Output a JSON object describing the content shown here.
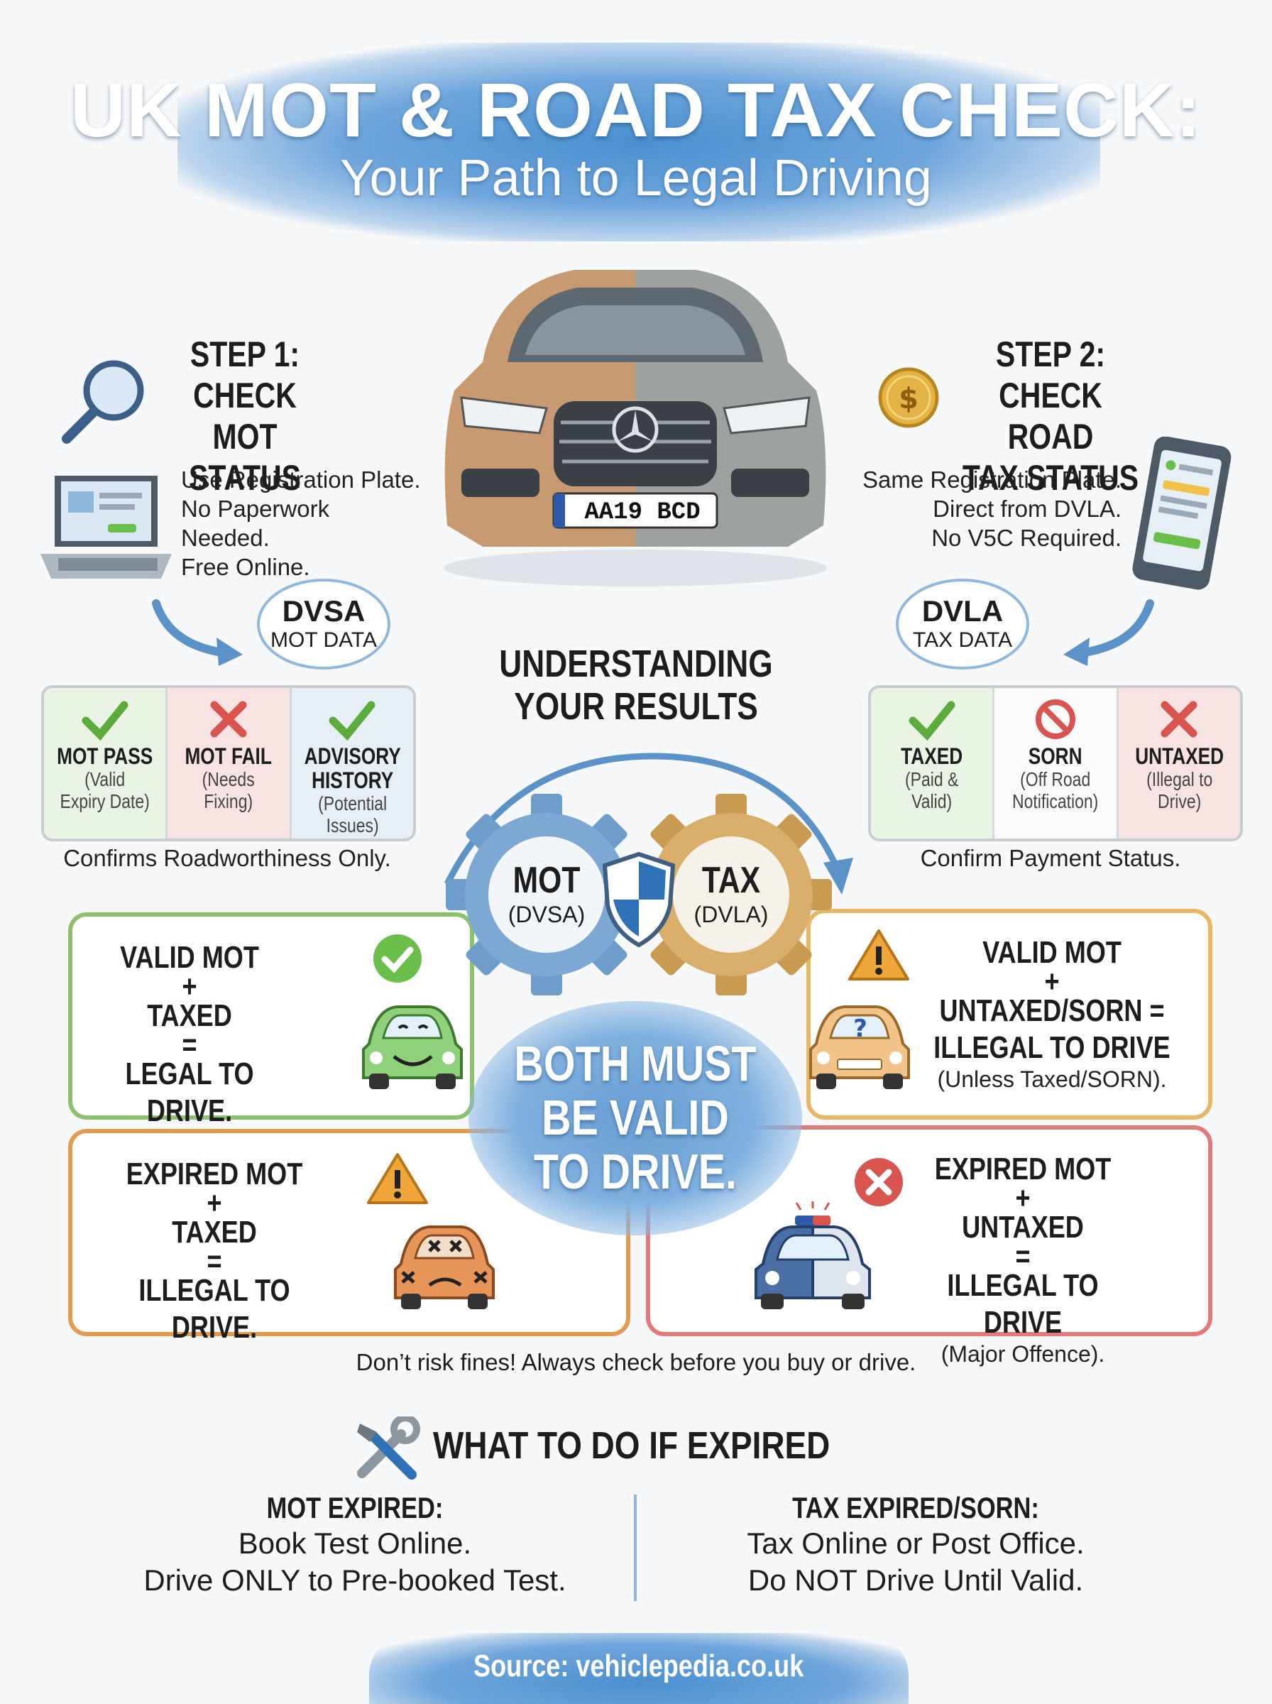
{
  "header": {
    "title": "UK MOT & ROAD TAX CHECK:",
    "subtitle": "Your Path to Legal Driving"
  },
  "car_plate": "AA19 BCD",
  "step1": {
    "title_lines": [
      "STEP 1:",
      "CHECK MOT",
      "STATUS"
    ],
    "bullets": [
      "Use Registration Plate.",
      "No Paperwork Needed.",
      "Free Online."
    ],
    "bubble_title": "DVSA",
    "bubble_sub": "MOT DATA",
    "results": [
      {
        "title_lines": [
          "MOT PASS"
        ],
        "sub_lines": [
          "(Valid",
          "Expiry Date)"
        ],
        "icon": "check-icon"
      },
      {
        "title_lines": [
          "MOT FAIL"
        ],
        "sub_lines": [
          "(Needs",
          "Fixing)"
        ],
        "icon": "cross-icon"
      },
      {
        "title_lines": [
          "ADVISORY",
          "HISTORY"
        ],
        "sub_lines": [
          "(Potential",
          "Issues)"
        ],
        "icon": "check-icon"
      }
    ],
    "caption": "Confirms Roadworthiness Only."
  },
  "step2": {
    "title_lines": [
      "STEP 2:",
      "CHECK ROAD",
      "TAX STATUS"
    ],
    "bullets": [
      "Same Registration Plate.",
      "Direct from DVLA.",
      "No V5C Required."
    ],
    "bubble_title": "DVLA",
    "bubble_sub": "TAX DATA",
    "results": [
      {
        "title_lines": [
          "TAXED"
        ],
        "sub_lines": [
          "(Paid &",
          "Valid)"
        ],
        "icon": "check-icon"
      },
      {
        "title_lines": [
          "SORN"
        ],
        "sub_lines": [
          "(Off Road",
          "Notification)"
        ],
        "icon": "no-entry-icon"
      },
      {
        "title_lines": [
          "UNTAXED"
        ],
        "sub_lines": [
          "(Illegal to",
          "Drive)"
        ],
        "icon": "cross-icon"
      }
    ],
    "caption": "Confirm Payment Status."
  },
  "understanding": [
    "UNDERSTANDING",
    "YOUR RESULTS"
  ],
  "gears": {
    "mot_label": "MOT",
    "mot_sub": "(DVSA)",
    "tax_label": "TAX",
    "tax_sub": "(DVLA)"
  },
  "outcomes": {
    "top_left": {
      "lines": [
        "VALID MOT",
        "+",
        "TAXED",
        "=",
        "LEGAL TO DRIVE."
      ],
      "note": ""
    },
    "top_right": {
      "lines": [
        "VALID MOT",
        "+",
        "UNTAXED/SORN =",
        "ILLEGAL TO DRIVE"
      ],
      "note": "(Unless Taxed/SORN)."
    },
    "bottom_left": {
      "lines": [
        "EXPIRED MOT",
        "+",
        "TAXED",
        "=",
        "ILLEGAL TO DRIVE."
      ],
      "note": ""
    },
    "bottom_right": {
      "lines": [
        "EXPIRED MOT",
        "+",
        "UNTAXED",
        "=",
        "ILLEGAL TO DRIVE"
      ],
      "note": "(Major Offence)."
    }
  },
  "both_must": [
    "BOTH MUST",
    "BE VALID",
    "TO DRIVE."
  ],
  "warning_line": "Don’t risk fines! Always check before you buy or drive.",
  "expired_section": {
    "title": "WHAT TO DO IF EXPIRED",
    "mot_title": "MOT EXPIRED:",
    "mot_lines": [
      "Book Test Online.",
      "Drive ONLY to Pre-booked Test."
    ],
    "tax_title": "TAX EXPIRED/SORN:",
    "tax_lines": [
      "Tax Online or Post Office.",
      "Do NOT Drive Until Valid."
    ]
  },
  "footer": "Source: vehiclepedia.co.uk",
  "colors": {
    "accent_blue": "#4a8fd0",
    "green": "#5cab3c",
    "red": "#d9534f",
    "orange": "#e08a3a",
    "gold": "#d9a84e"
  }
}
